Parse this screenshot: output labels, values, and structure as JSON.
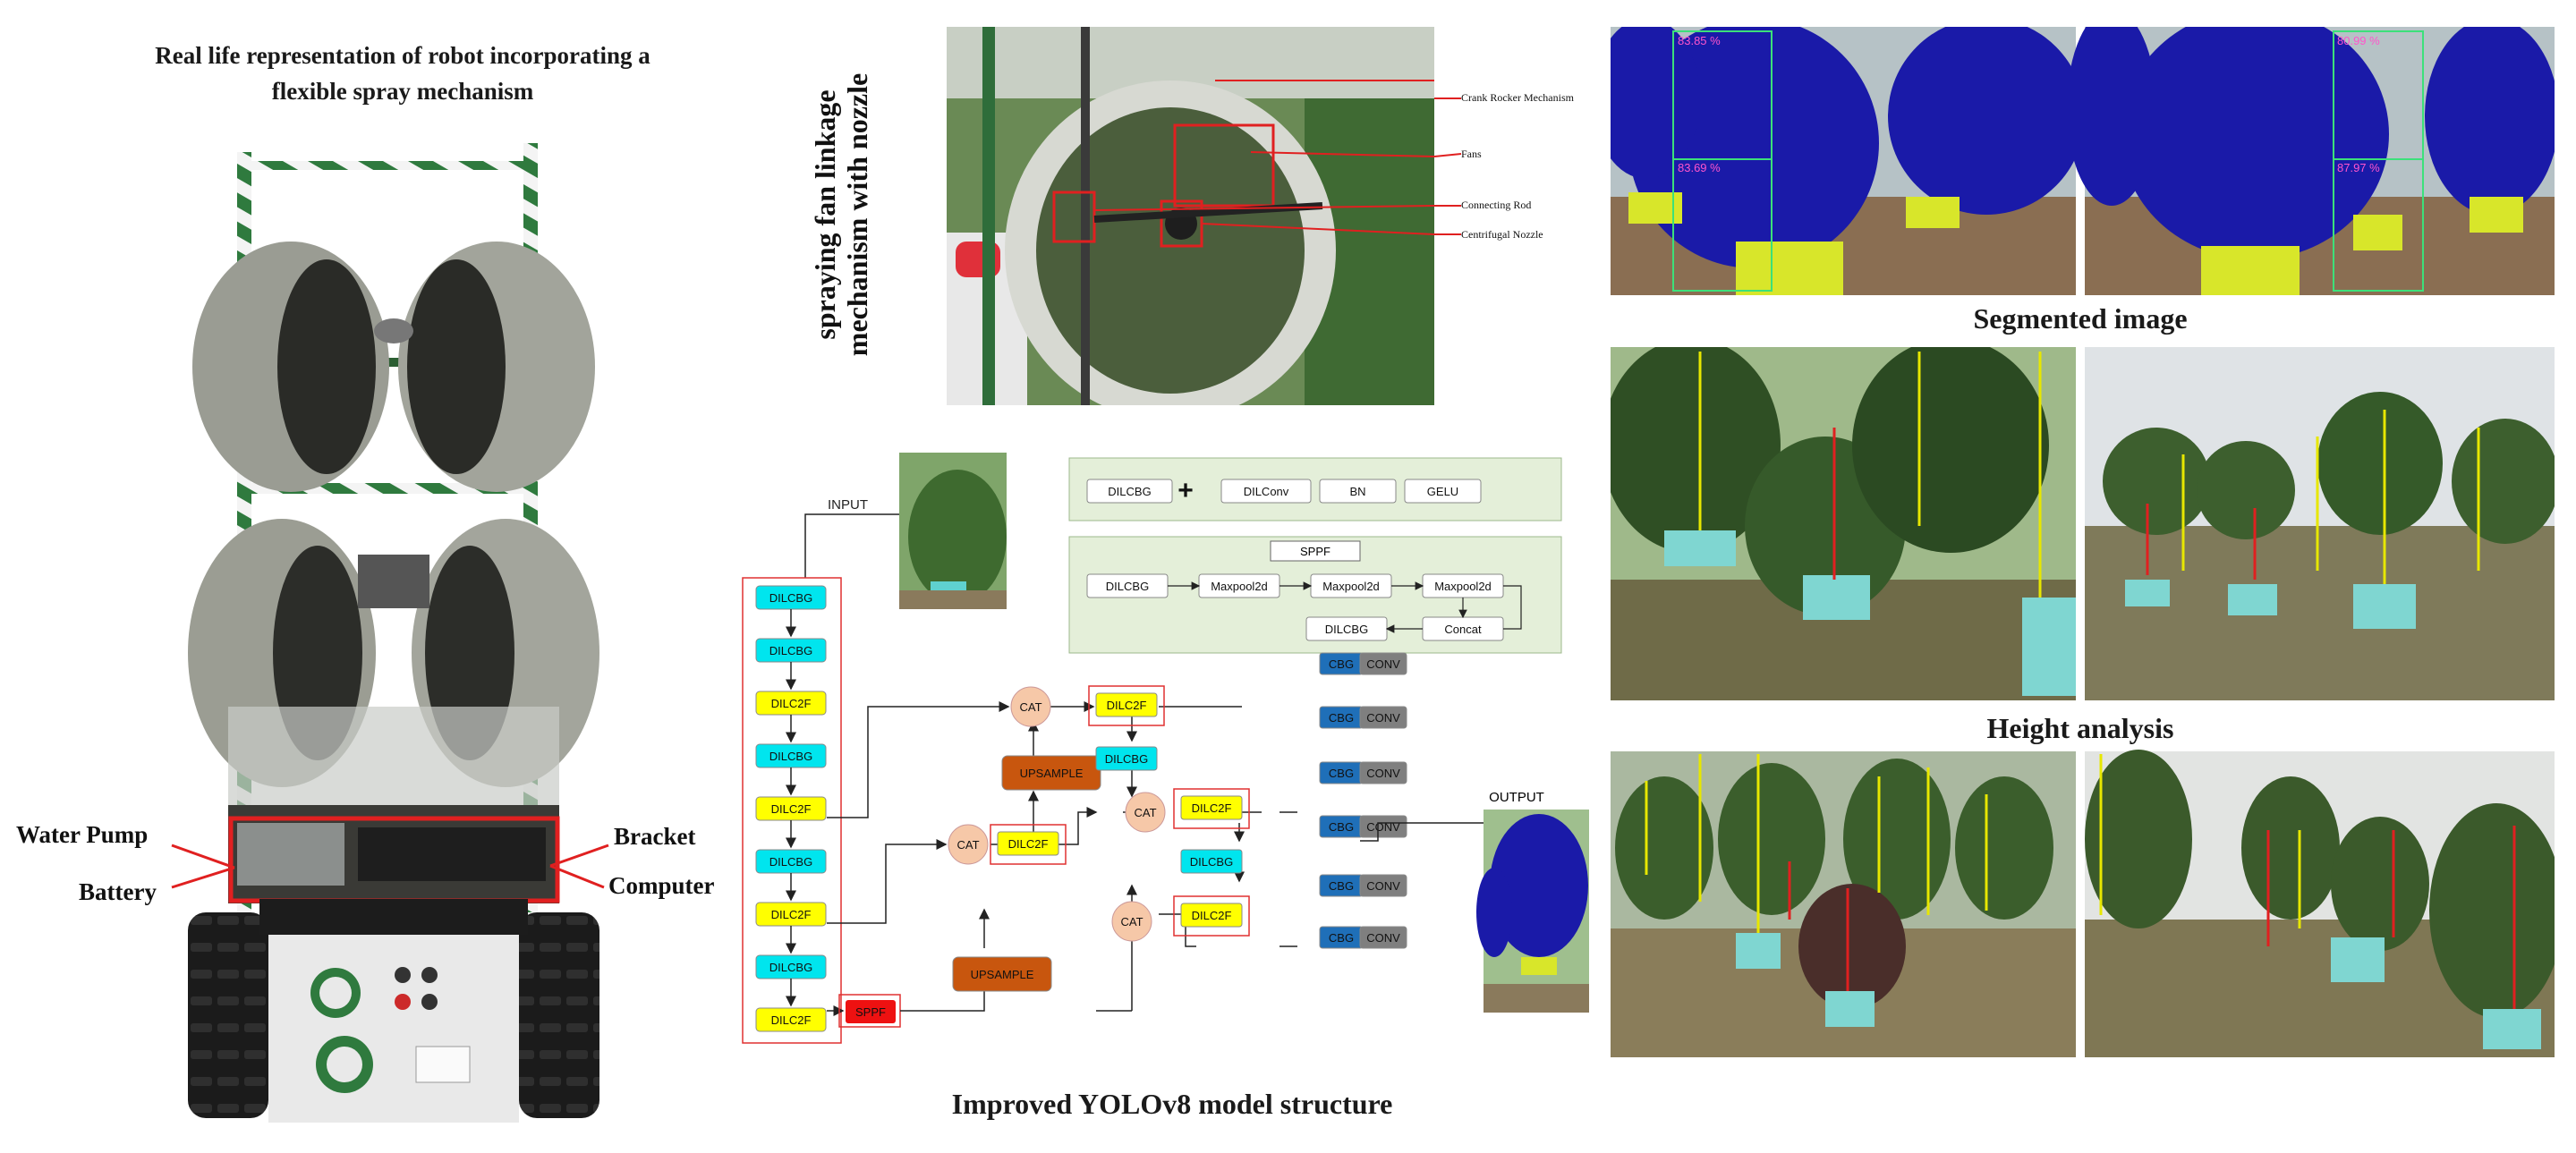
{
  "robot_panel": {
    "title_line1": "Real life representation of robot incorporating a",
    "title_line2": "flexible spray mechanism",
    "labels": {
      "water_pump": "Water Pump",
      "battery": "Battery",
      "bracket": "Bracket",
      "computer": "Computer"
    }
  },
  "spray_panel": {
    "vertical_title_line1": "spraying fan linkage",
    "vertical_title_line2": "mechanism with nozzle",
    "callouts": {
      "crank": "Crank Rocker Mechanism",
      "fans": "Fans",
      "rod": "Connecting Rod",
      "nozzle": "Centrifugal Nozzle"
    }
  },
  "model": {
    "caption": "Improved YOLOv8 model structure",
    "input_label": "INPUT",
    "output_label": "OUTPUT",
    "legend_top": [
      "DILCBG",
      "+",
      "DILConv",
      "BN",
      "GELU"
    ],
    "sppf": {
      "title": "SPPF",
      "blocks": [
        "DILCBG",
        "Maxpool2d",
        "Maxpool2d",
        "Maxpool2d",
        "Concat",
        "DILCBG"
      ]
    },
    "backbone": [
      "DILCBG",
      "DILCBG",
      "DILC2F",
      "DILCBG",
      "DILC2F",
      "DILCBG",
      "DILC2F",
      "DILCBG",
      "DILC2F"
    ],
    "sppf_block": "SPPF",
    "neck": {
      "cat": "CAT",
      "upsample": "UPSAMPLE",
      "dilc2f": "DILC2F",
      "dilcbg": "DILCBG"
    },
    "head": {
      "cbg": "CBG",
      "conv": "CONV"
    }
  },
  "results_panel": {
    "segmented_caption": "Segmented image",
    "height_caption": "Height analysis",
    "detections": {
      "left_top": "83.85 %",
      "left_mid": "83.69 %",
      "right_top": "80.99 %",
      "right_mid": "87.97 %"
    }
  },
  "colors": {
    "cyan_block": "#00e5ee",
    "yellow_block": "#ffff00",
    "orange_block": "#c8560e",
    "cat_circle": "#f6c8a8",
    "sppf_red": "#ee1111",
    "panel_green": "#e4efd9",
    "cbg_blue": "#1f6fb8",
    "conv_gray": "#7f7f7f",
    "seg_blue": "#1a1aa8",
    "highlight_red": "#e02020"
  }
}
